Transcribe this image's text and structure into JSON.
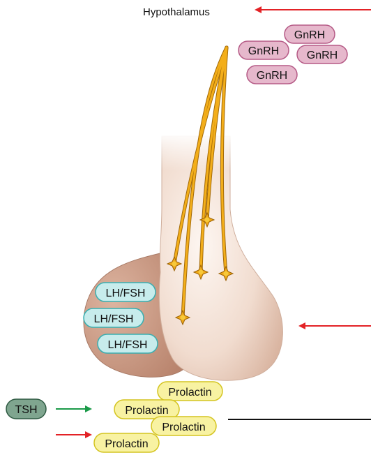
{
  "labels": {
    "hypothalamus": "Hypothalamus",
    "gnrh": [
      "GnRH",
      "GnRH",
      "GnRH",
      "GnRH"
    ],
    "lh_fsh": [
      "LH/FSH",
      "LH/FSH",
      "LH/FSH"
    ],
    "tsh": "TSH",
    "prolactin": [
      "Prolactin",
      "Prolactin",
      "Prolactin",
      "Prolactin"
    ]
  },
  "colors": {
    "gnrh_fill": "#e6b8cc",
    "gnrh_stroke": "#b55a86",
    "lh_fsh_fill": "#c7ecec",
    "lh_fsh_stroke": "#38aeb0",
    "prolactin_fill": "#f8f2a2",
    "prolactin_stroke": "#d4c420",
    "tsh_fill": "#7fa58f",
    "tsh_stroke": "#2e5a42",
    "arrow_red": "#e32226",
    "arrow_green": "#1a9a48",
    "neuron": "#f0a818",
    "anterior_lobe": "#c9967f",
    "posterior_lobe": "#efd6c6"
  }
}
